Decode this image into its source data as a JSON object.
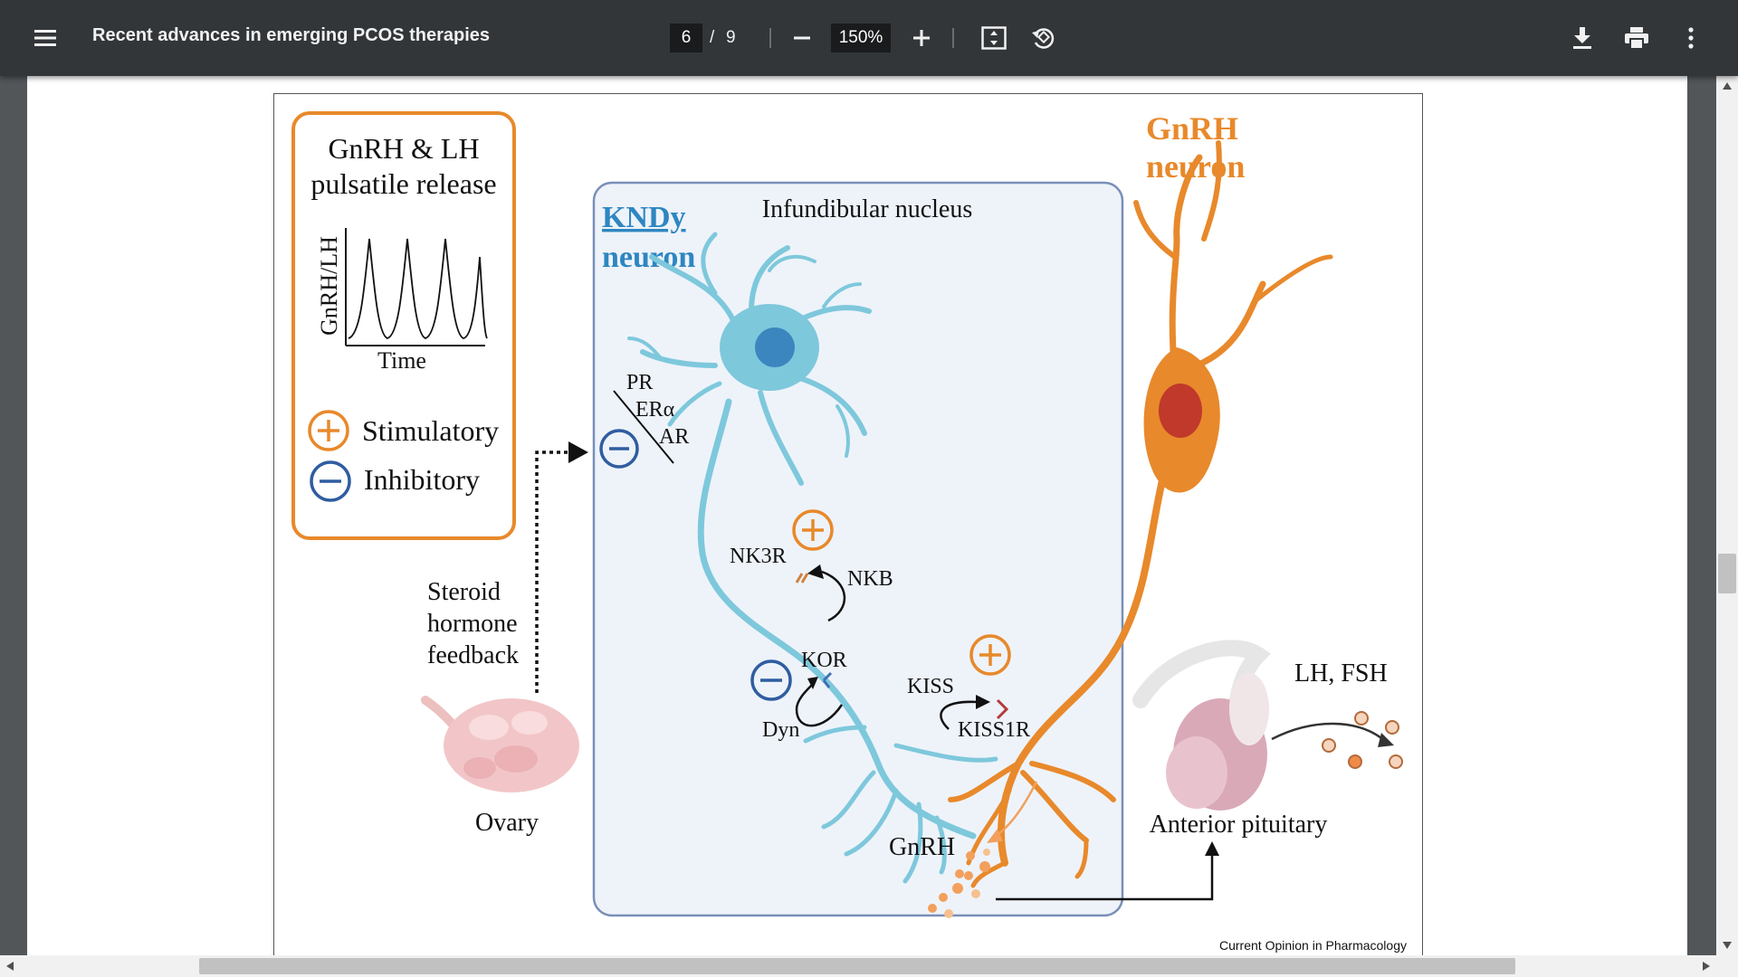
{
  "toolbar": {
    "title": "Recent advances in emerging PCOS therapies",
    "current_page": "6",
    "page_separator": "/",
    "total_pages": "9",
    "zoom": "150%"
  },
  "icons": {
    "menu": "hamburger-menu-icon",
    "zoom_out": "minus-icon",
    "zoom_in": "plus-icon",
    "fit": "fit-page-icon",
    "rotate": "rotate-icon",
    "download": "download-icon",
    "print": "print-icon",
    "more": "more-vertical-icon"
  },
  "figure": {
    "legend_title_1": "GnRH & LH",
    "legend_title_2": "pulsatile release",
    "legend_ylabel": "GnRH/LH",
    "legend_xlabel": "Time",
    "stimulatory": "Stimulatory",
    "inhibitory": "Inhibitory",
    "steroid_1": "Steroid",
    "steroid_2": "hormone",
    "steroid_3": "feedback",
    "ovary": "Ovary",
    "kndy_1": "KNDy",
    "kndy_2": "neuron",
    "infundibular": "Infundibular nucleus",
    "pr": "PR",
    "era": "ERα",
    "ar": "AR",
    "nk3r": "NK3R",
    "nkb": "NKB",
    "kor": "KOR",
    "dyn": "Dyn",
    "kiss": "KISS",
    "kiss1r": "KISS1R",
    "gnrh_small": "GnRH",
    "gnrh_neuron_1": "GnRH",
    "gnrh_neuron_2": "neuron",
    "lh_fsh": "LH, FSH",
    "anterior_pituitary": "Anterior pituitary",
    "credit": "Current Opinion in Pharmacology"
  },
  "colors": {
    "orange": "#E8892B",
    "blue": "#2F5DA0",
    "kndy_blue": "#2E86C1",
    "neuron_blue": "#7EC8DC",
    "toolbar_bg": "#323639"
  }
}
